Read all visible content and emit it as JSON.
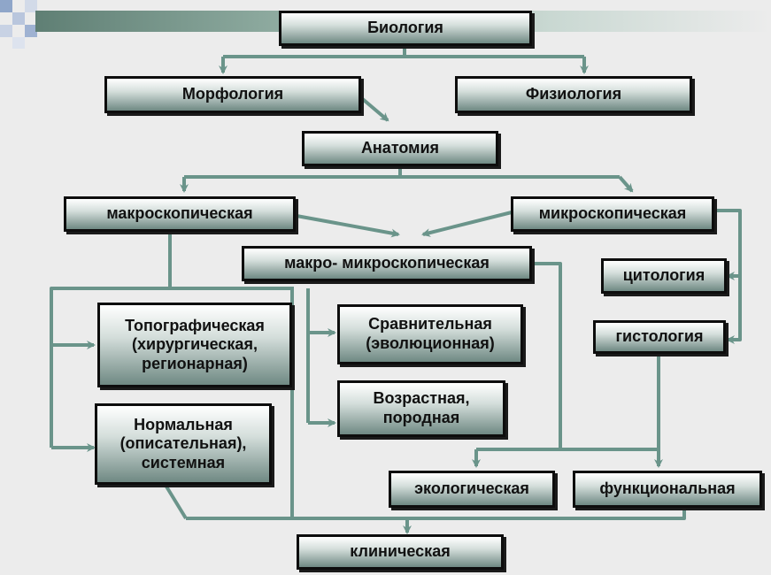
{
  "colors": {
    "connector": "#6a948a",
    "node_border": "#0d0d0d",
    "gradient_light": "#ffffff",
    "gradient_dark": "#6f8983"
  },
  "nodes": {
    "biology": "Биология",
    "morphology": "Морфология",
    "physiology": "Физиология",
    "anatomy": "Анатомия",
    "macroscopic": "макроскопическая",
    "microscopic": "микроскопическая",
    "macro_micro": "макро- микроскопическая",
    "cytology": "цитология",
    "histology": "гистология",
    "topographic": "Топографическая\n(хирургическая,\nрегионарная)",
    "comparative": "Сравнительная\n(эволюционная)",
    "age": "Возрастная,\nпородная",
    "normal": "Нормальная\n(описательная),\nсистемная",
    "ecological": "экологическая",
    "functional": "функциональная",
    "clinical": "клиническая"
  }
}
